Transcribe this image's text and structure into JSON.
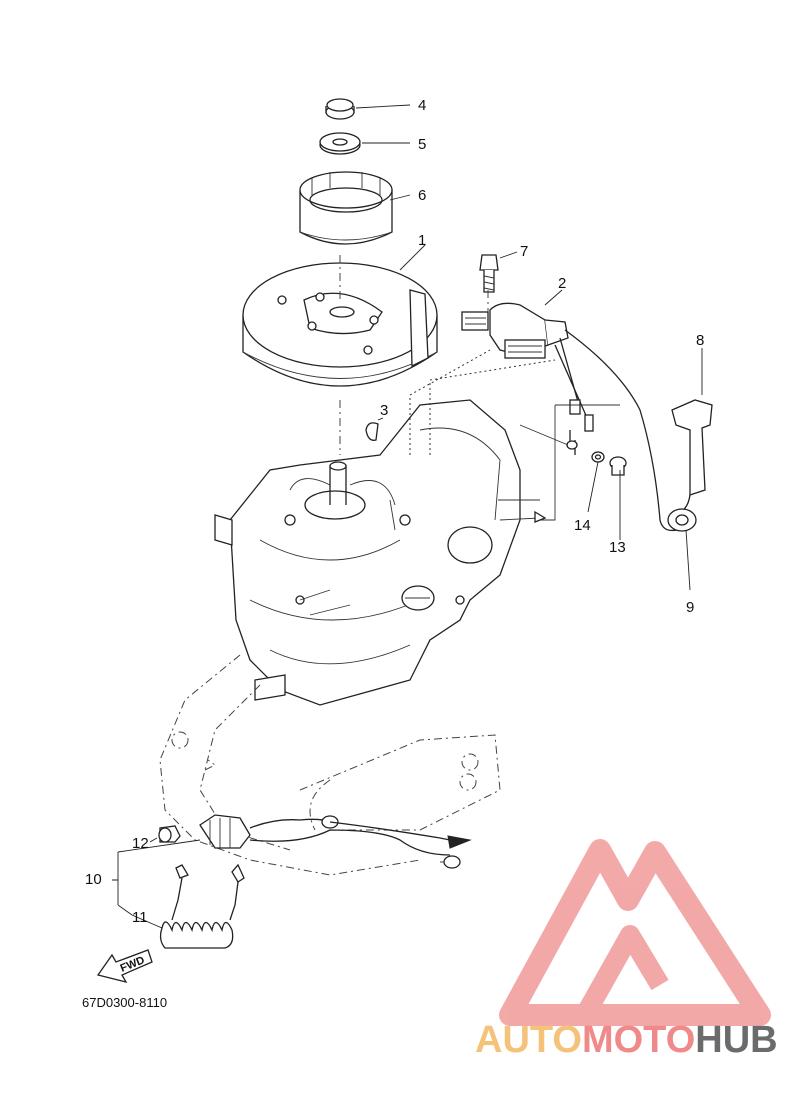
{
  "diagram": {
    "drawing_code": "67D0300-8110",
    "fwd_label": "FWD",
    "callouts": [
      "1",
      "2",
      "3",
      "4",
      "5",
      "6",
      "7",
      "8",
      "9",
      "10",
      "11",
      "12",
      "13",
      "14"
    ]
  },
  "watermark": {
    "part1": "AUTO",
    "part2": "MOTO",
    "part3": "HUB",
    "colors": {
      "auto": "#f5c27a",
      "moto": "#f08a8a",
      "hub": "#6b6b6b",
      "logo": "#f29a9a"
    }
  }
}
